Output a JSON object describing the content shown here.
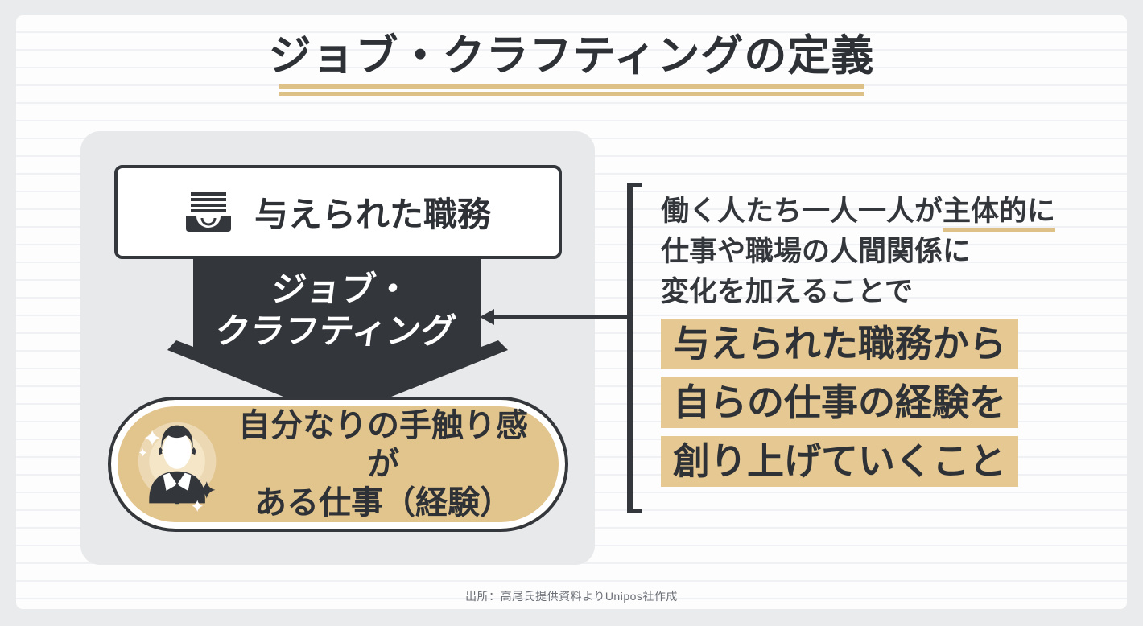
{
  "title": {
    "text": "ジョブ・クラフティングの定義"
  },
  "diagram": {
    "given_job": {
      "icon": "inbox-tray-icon",
      "label": "与えられた職務"
    },
    "process_arrow": {
      "label_line1": "ジョブ・",
      "label_line2": "クラフティング",
      "direction": "down"
    },
    "outcome": {
      "icon": "person-sparkle-icon",
      "label_line1": "自分なりの手触り感が",
      "label_line2": "ある仕事（経験）"
    }
  },
  "definition": {
    "line1_prefix": "働く人たち一人一人が",
    "line1_underlined": "主体的に",
    "line2": "仕事や職場の人間関係に",
    "line3": "変化を加えることで",
    "highlight_lines": [
      "与えられた職務から",
      "自らの仕事の経験を",
      "創り上げていくこと"
    ]
  },
  "source": "出所：高尾氏提供資料よりUnipos社作成",
  "colors": {
    "page_bg": "#eaebed",
    "card_bg": "#fdfdfd",
    "panel_gray": "#e8e9eb",
    "dark": "#34373c",
    "accent_gold": "#e2c48d",
    "highlight_gold": "#e6c892",
    "underline_gold": "#ddc186",
    "text_dark": "#2e3237"
  }
}
